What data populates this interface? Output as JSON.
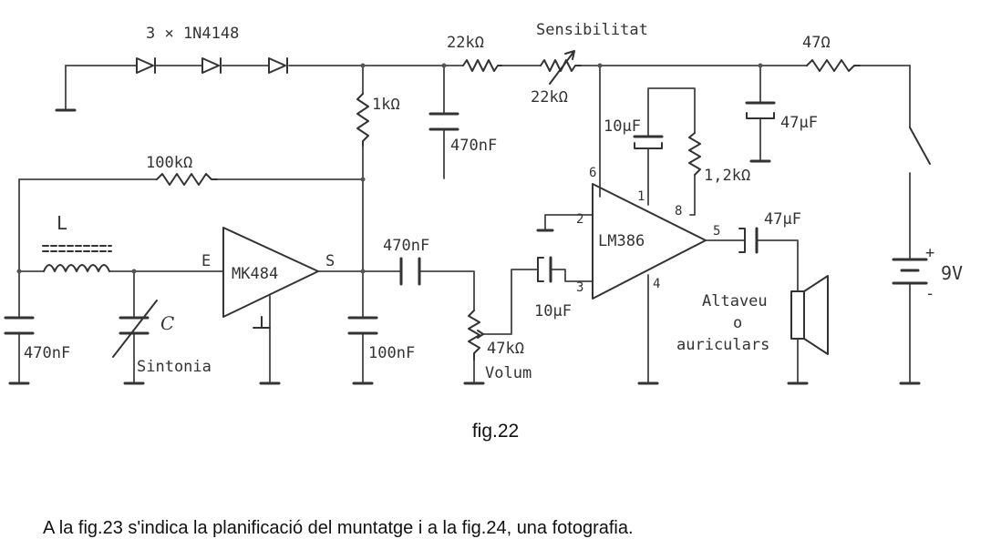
{
  "schematic": {
    "diodes_label": "3 × 1N4148",
    "r_1k": "1kΩ",
    "r_100k": "100kΩ",
    "r_22k": "22kΩ",
    "sens_label": "Sensibilitat",
    "pot_22k": "22kΩ",
    "r_47": "47Ω",
    "c_470n_mid": "470nF",
    "c_47u_top": "47μF",
    "c_10u_top": "10μF",
    "r_1k2": "1,2kΩ",
    "inductor": "L",
    "ic1_name": "MK484",
    "ic1_in": "E",
    "ic1_out": "S",
    "c_470n_coupling": "470nF",
    "c_470n_left": "470nF",
    "var_cap": "C",
    "tuning_label": "Sintonia",
    "c_100n": "100nF",
    "pot_47k": "47kΩ",
    "volume_label": "Volum",
    "c_10u_in": "10μF",
    "ic2_name": "LM386",
    "pin_1": "1",
    "pin_2": "2",
    "pin_3": "3",
    "pin_4": "4",
    "pin_5": "5",
    "pin_6": "6",
    "pin_8": "8",
    "c_47u_out": "47μF",
    "speaker_line1": "Altaveu",
    "speaker_line2": "o",
    "speaker_line3": "auriculars",
    "battery_plus": "+",
    "battery_minus": "-",
    "battery_label": "9V"
  },
  "caption": "fig.22",
  "note": "A la fig.23 s'indica la planificació del muntatge i a la fig.24, una fotografia."
}
